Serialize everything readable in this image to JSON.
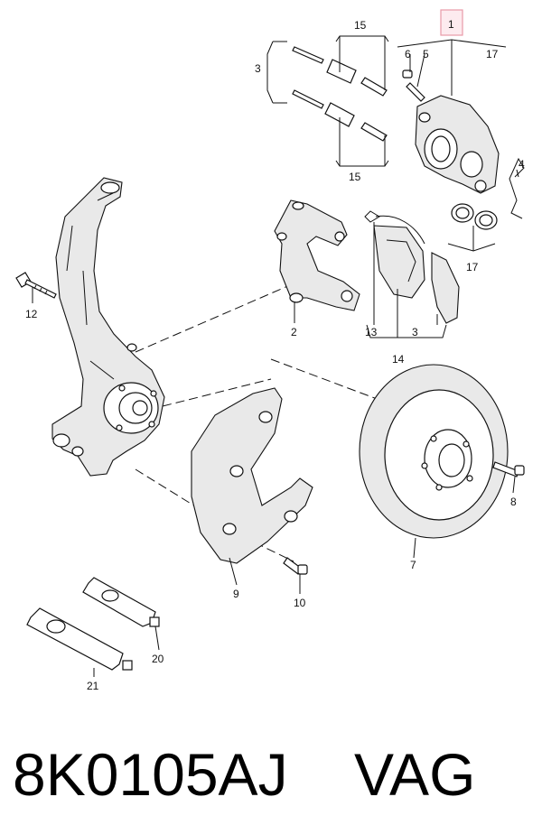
{
  "callouts": {
    "c1": "1",
    "c2": "2",
    "c3_top": "3",
    "c3_bottom": "3",
    "c4": "4",
    "c5": "5",
    "c6": "6",
    "c7": "7",
    "c8": "8",
    "c9": "9",
    "c10": "10",
    "c12": "12",
    "c13": "13",
    "c14": "14",
    "c15_top": "15",
    "c15_bottom": "15",
    "c17_top": "17",
    "c17_bottom": "17",
    "c20": "20",
    "c21": "21"
  },
  "highlight_color": "#e89aa8",
  "footer": {
    "part_number": "8K0105AJ",
    "brand": "VAG"
  }
}
